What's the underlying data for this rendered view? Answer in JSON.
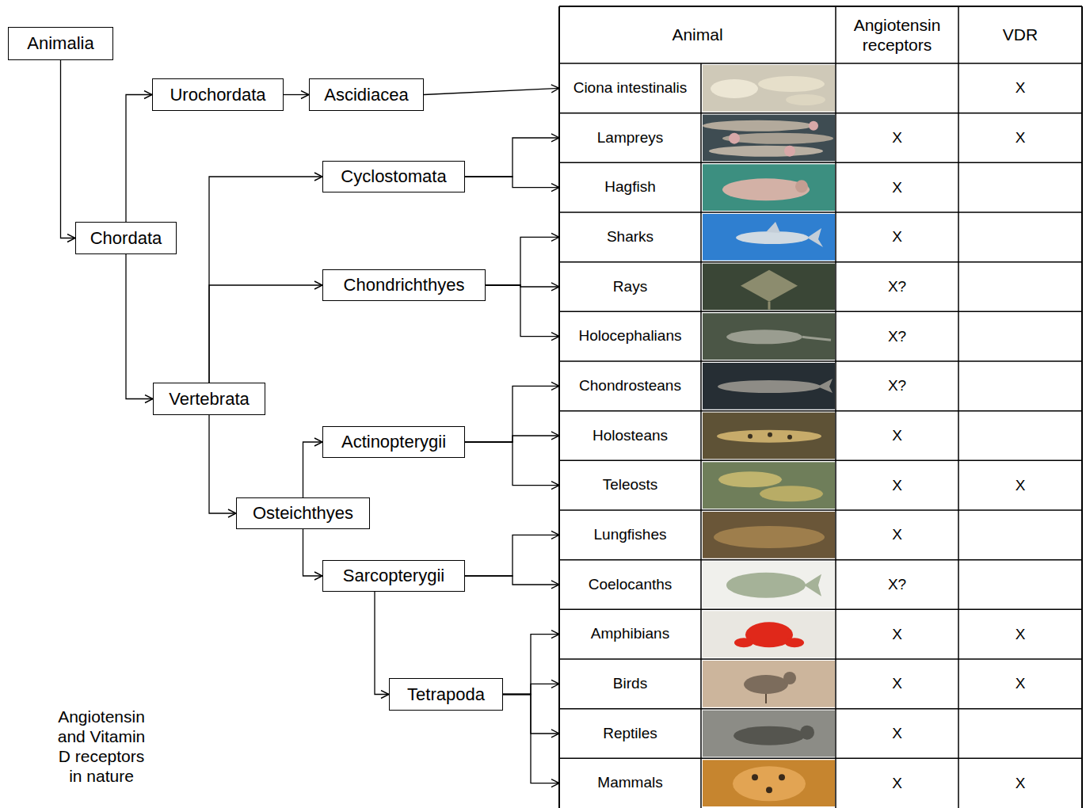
{
  "diagram": {
    "nodes": [
      {
        "text": [
          "Animalia"
        ]
      },
      {
        "text": [
          "Chordata"
        ]
      },
      {
        "text": [
          "Urochordata"
        ]
      },
      {
        "text": [
          "Ascidiacea"
        ]
      },
      {
        "text": [
          "Vertebrata"
        ]
      },
      {
        "text": [
          "Cyclostomata"
        ]
      },
      {
        "text": [
          "Chondrichthyes"
        ]
      },
      {
        "text": [
          "Osteichthyes"
        ]
      },
      {
        "text": [
          "Actinopterygii"
        ]
      },
      {
        "text": [
          "Sarcopterygii"
        ]
      },
      {
        "text": [
          "Tetrapoda"
        ]
      },
      {
        "text": [
          "Ciona intestinalis"
        ]
      },
      {
        "text": [
          "Lampreys"
        ]
      },
      {
        "text": [
          "Hagfish"
        ]
      },
      {
        "text": [
          "Sharks"
        ]
      },
      {
        "text": [
          "Rays"
        ]
      },
      {
        "text": [
          "Holocephalians"
        ]
      },
      {
        "text": [
          "Chondrosteans"
        ]
      },
      {
        "text": [
          "Holosteans"
        ]
      },
      {
        "text": [
          "Teleosts"
        ]
      },
      {
        "text": [
          "Lungfishes"
        ]
      },
      {
        "text": [
          "Coelocanths"
        ]
      },
      {
        "text": [
          "Amphibians"
        ]
      },
      {
        "text": [
          "Birds"
        ]
      },
      {
        "text": [
          "Reptiles"
        ]
      },
      {
        "text": [
          "Mammals"
        ]
      }
    ],
    "edges": [
      {
        "from": 0,
        "to": 1,
        "arrow": "to"
      },
      {
        "from": 1,
        "to": 2,
        "arrow": "to"
      },
      {
        "from": 1,
        "to": 4,
        "arrow": "to"
      },
      {
        "from": 2,
        "to": 3,
        "arrow": "to"
      },
      {
        "from": 3,
        "to": 11,
        "arrow": "to"
      },
      {
        "from": 4,
        "to": 5,
        "arrow": "to"
      },
      {
        "from": 4,
        "to": 6,
        "arrow": "to"
      },
      {
        "from": 4,
        "to": 7,
        "arrow": "to"
      },
      {
        "from": 5,
        "to": 12,
        "arrow": "to"
      },
      {
        "from": 5,
        "to": 13,
        "arrow": "to"
      },
      {
        "from": 6,
        "to": 14,
        "arrow": "to"
      },
      {
        "from": 6,
        "to": 15,
        "arrow": "to"
      },
      {
        "from": 6,
        "to": 16,
        "arrow": "to"
      },
      {
        "from": 7,
        "to": 8,
        "arrow": "to"
      },
      {
        "from": 7,
        "to": 9,
        "arrow": "to"
      },
      {
        "from": 8,
        "to": 17,
        "arrow": "to"
      },
      {
        "from": 8,
        "to": 18,
        "arrow": "to"
      },
      {
        "from": 8,
        "to": 19,
        "arrow": "to"
      },
      {
        "from": 9,
        "to": 20,
        "arrow": "to"
      },
      {
        "from": 9,
        "to": 21,
        "arrow": "to"
      },
      {
        "from": 9,
        "to": 10,
        "arrow": "to"
      },
      {
        "from": 10,
        "to": 22,
        "arrow": "to"
      },
      {
        "from": 10,
        "to": 23,
        "arrow": "to"
      },
      {
        "from": 10,
        "to": 24,
        "arrow": "to"
      },
      {
        "from": 10,
        "to": 25,
        "arrow": "to"
      }
    ],
    "labels": [
      "Animal",
      "Angiotensin receptors",
      "VDR",
      "X",
      "X",
      "X",
      "X",
      "X",
      "X?",
      "X?",
      "X?",
      "X",
      "X",
      "X",
      "X",
      "X?",
      "X",
      "X",
      "X",
      "X",
      "X",
      "X",
      "X",
      "Angiotensin and Vitamin D receptors in nature"
    ]
  }
}
